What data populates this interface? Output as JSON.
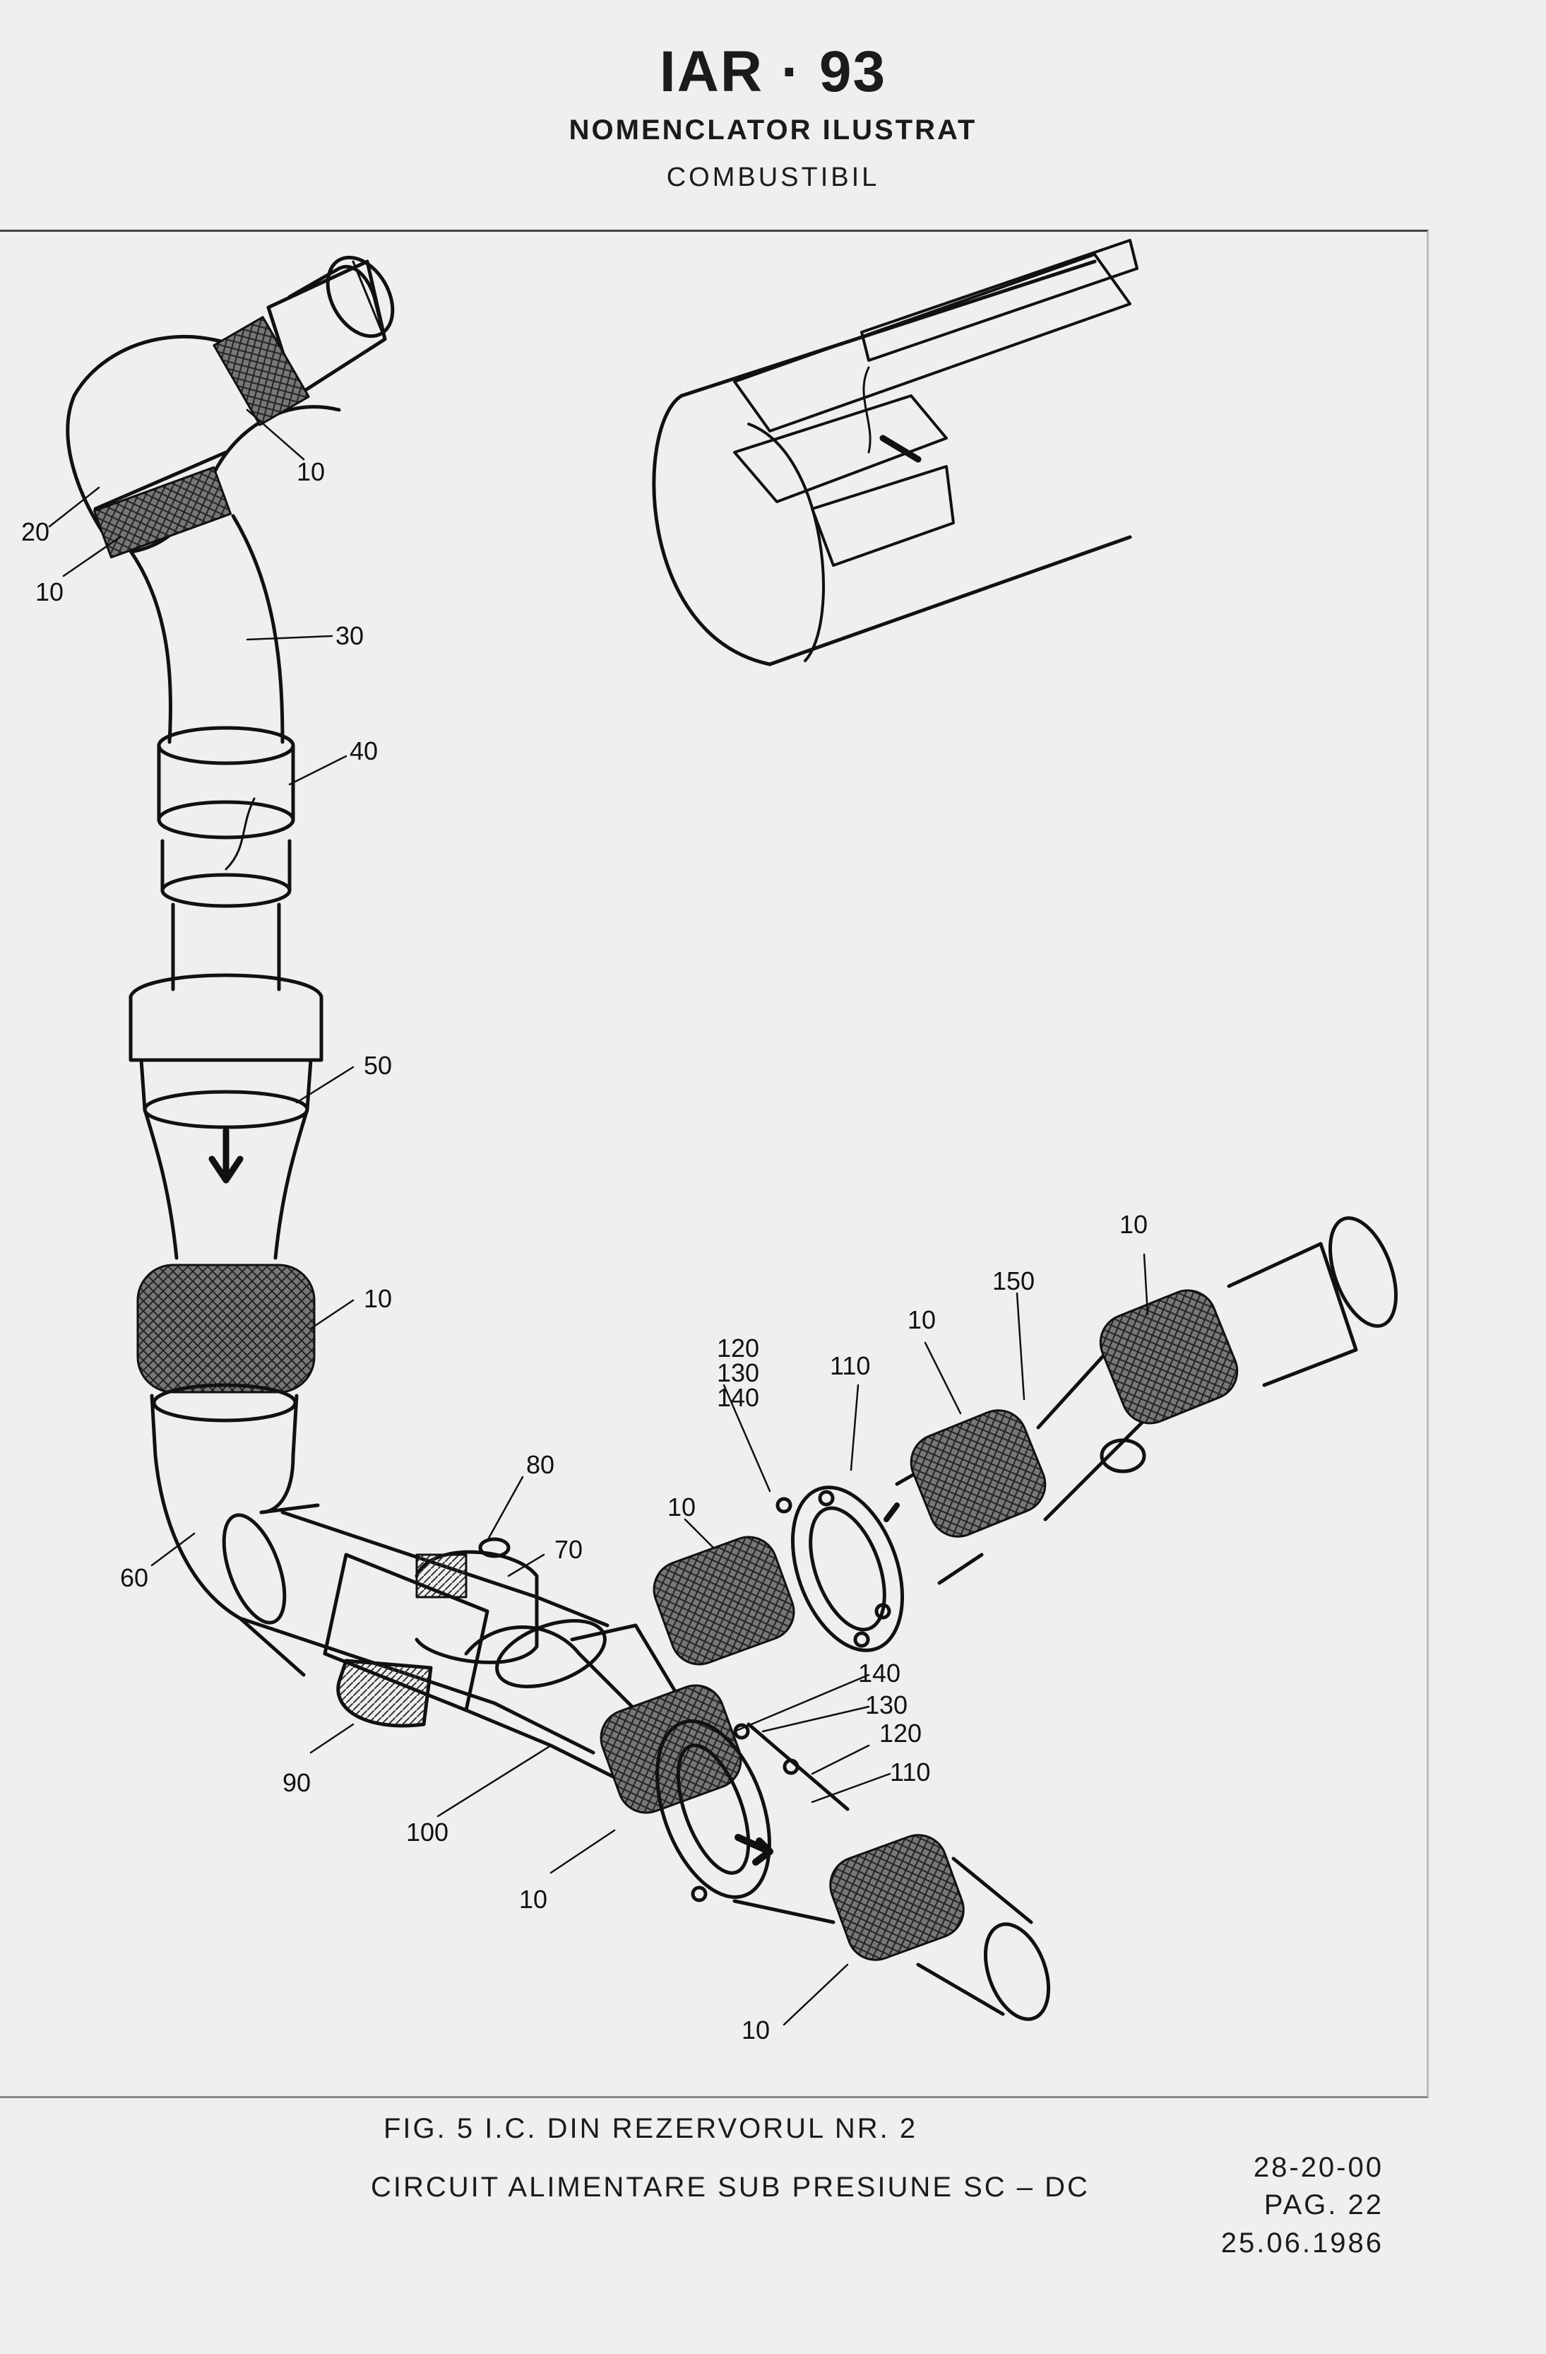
{
  "header": {
    "title": "IAR · 93",
    "subtitle": "NOMENCLATOR ILUSTRAT",
    "section": "COMBUSTIBIL"
  },
  "callouts": {
    "c10a": "10",
    "c20": "20",
    "c10b": "10",
    "c30": "30",
    "c40": "40",
    "c50": "50",
    "c10c": "10",
    "c60": "60",
    "c80": "80",
    "c70": "70",
    "c90": "90",
    "c100": "100",
    "c10d": "10",
    "c120a": "120",
    "c130a": "130",
    "c140a": "140",
    "c110a": "110",
    "c10e": "10",
    "c150": "150",
    "c10f": "10",
    "c140b": "140",
    "c130b": "130",
    "c120b": "120",
    "c110b": "110",
    "c10g": "10",
    "c10h": "10"
  },
  "caption": {
    "line1": "FIG. 5  I.C. DIN REZERVORUL NR. 2",
    "line2": "CIRCUIT ALIMENTARE SUB PRESIUNE SC – DC"
  },
  "reference": {
    "chapter": "28-20-00",
    "page": "PAG. 22",
    "date": "25.06.1986"
  }
}
